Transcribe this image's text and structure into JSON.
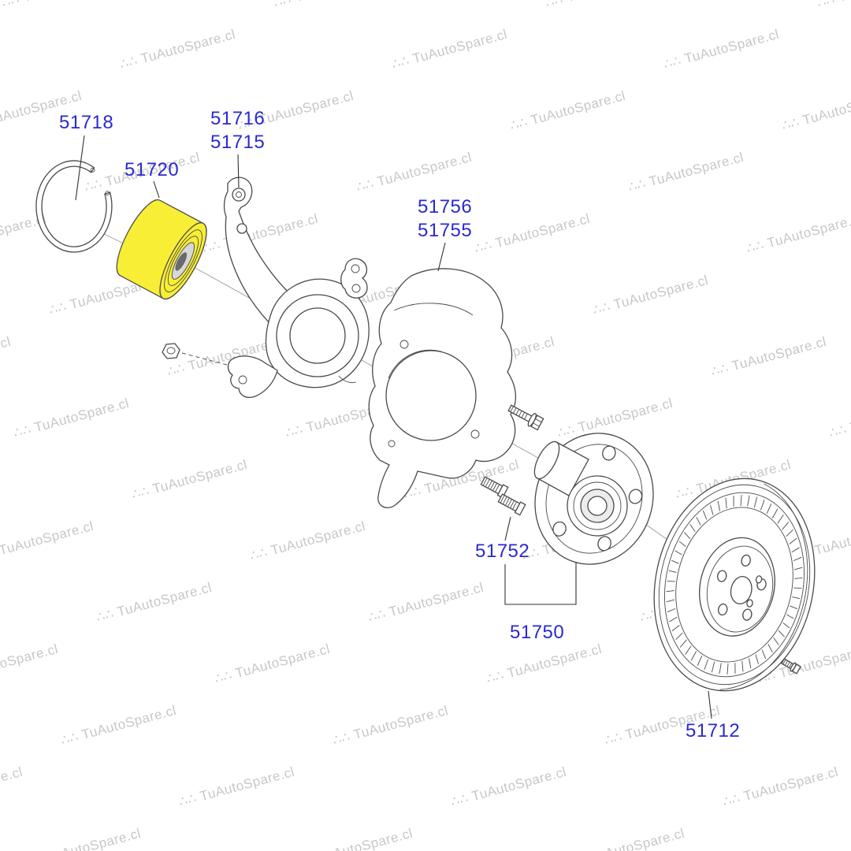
{
  "watermark": {
    "prefix": "∴∴",
    "text": "TuAutoSpare.cl"
  },
  "colors": {
    "label": "#2a2ad0",
    "line": "#4a4a4a",
    "highlight": "#f8ee35",
    "watermark": "#c7c7c7"
  },
  "parts": {
    "snap_ring": {
      "number": "51718"
    },
    "knuckle_upper": {
      "number": "51716"
    },
    "knuckle_lower": {
      "number": "51715"
    },
    "bearing": {
      "number": "51720"
    },
    "shield_upper": {
      "number": "51756"
    },
    "shield_lower": {
      "number": "51755"
    },
    "stud": {
      "number": "51752"
    },
    "hub": {
      "number": "51750"
    },
    "disc": {
      "number": "51712"
    }
  }
}
